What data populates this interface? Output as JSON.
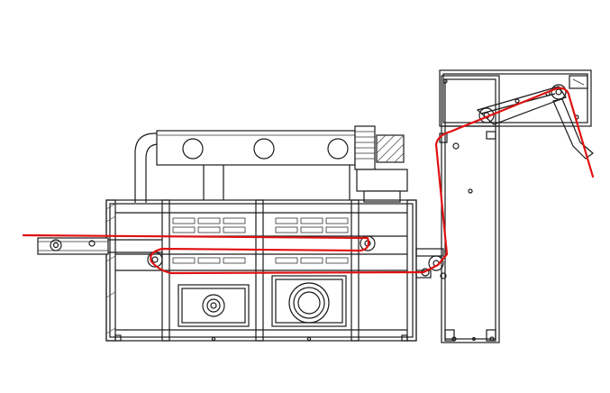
{
  "diagram": {
    "kind": "machine schematic, side elevation",
    "colors": {
      "line_work": "#1a1a1a",
      "web_path": "#e01010",
      "background": "#ffffff"
    },
    "components": [
      "unwind-conveyor",
      "main-frame",
      "top-roller-housing",
      "gear-motor",
      "lower-motor-housings",
      "idler-rollers",
      "tension-tower",
      "dancer-arm"
    ]
  }
}
